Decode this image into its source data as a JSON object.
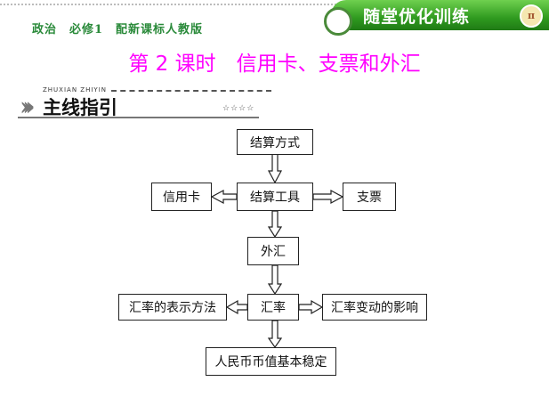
{
  "header": {
    "subject": "政治　必修1　配新课标人教版",
    "banner": "随堂优化训练",
    "badge": "π"
  },
  "title": "第 2 课时　信用卡、支票和外汇",
  "section": {
    "pinyin": "ZHUXIAN ZHIYIN",
    "title": "主线指引",
    "stars": "☆☆☆☆"
  },
  "diagram": {
    "n1": "结算方式",
    "n2": "结算工具",
    "n3": "信用卡",
    "n4": "支票",
    "n5": "外汇",
    "n6": "汇率",
    "n7": "汇率的表示方法",
    "n8": "汇率变动的影响",
    "n9": "人民币币值基本稳定"
  }
}
